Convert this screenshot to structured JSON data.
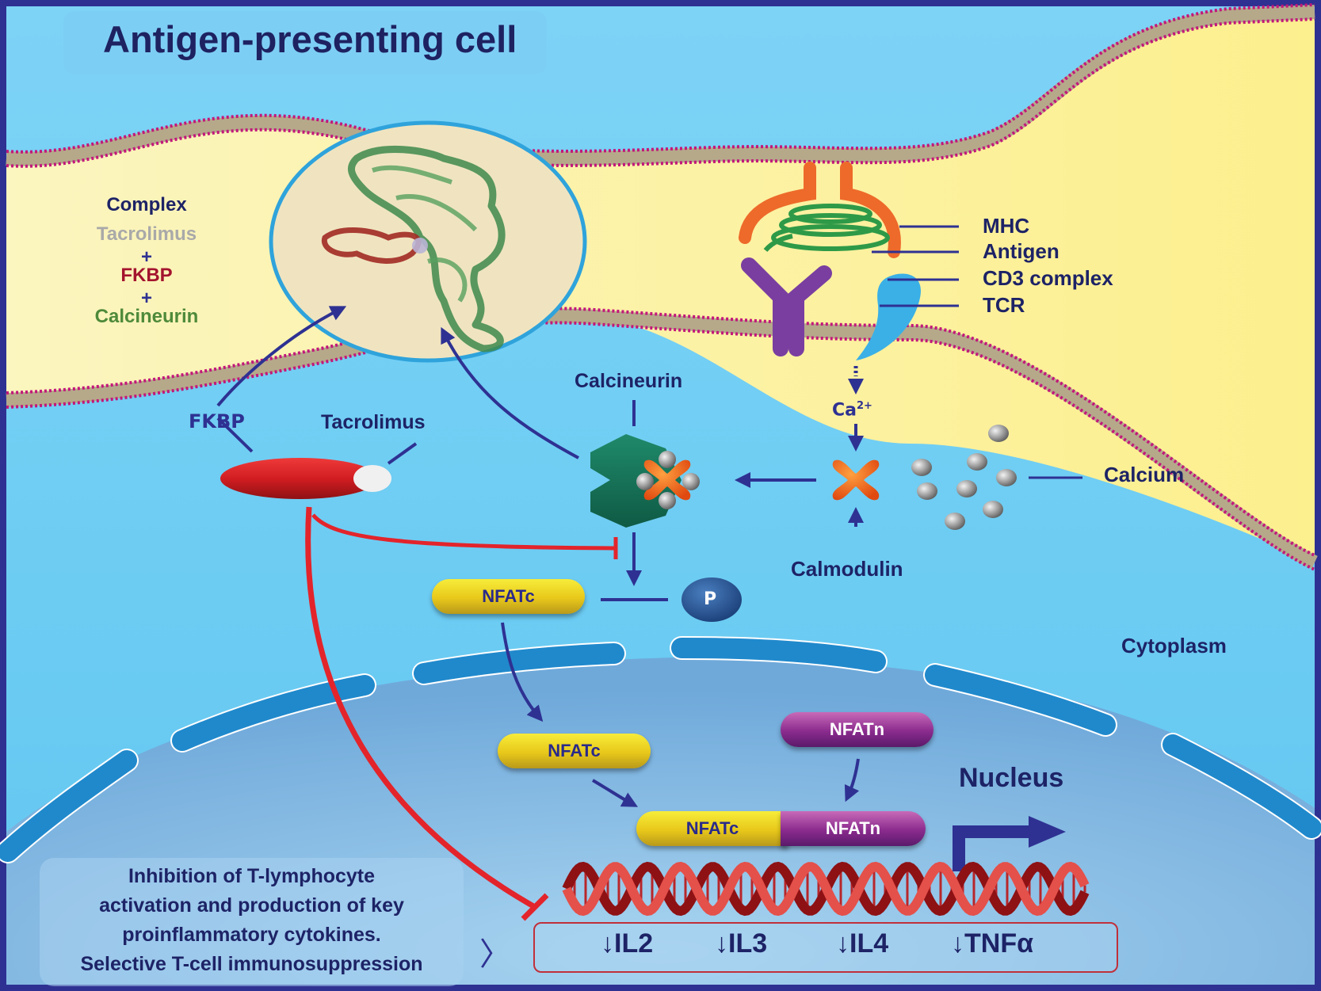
{
  "title": "Antigen-presenting cell",
  "complex_legend": {
    "heading": "Complex",
    "items": [
      {
        "label": "Tacrolimus",
        "color": "#a9a9a9"
      },
      {
        "label": "+",
        "color": "#2e3192"
      },
      {
        "label": "FKBP",
        "color": "#a3142e"
      },
      {
        "label": "+",
        "color": "#2e3192"
      },
      {
        "label": "Calcineurin",
        "color": "#4e8a3a"
      }
    ]
  },
  "receptor_labels": {
    "mhc": "MHC",
    "antigen": "Antigen",
    "cd3": "CD3 complex",
    "tcr": "TCR"
  },
  "molecules": {
    "fkbp": "FKBP",
    "tacrolimus": "Tacrolimus",
    "calcineurin": "Calcineurin",
    "calcium_ion": "Ca",
    "calcium_charge": "2+",
    "calcium": "Calcium",
    "calmodulin": "Calmodulin",
    "phosphate": "P",
    "nfatc": "NFATc",
    "nfatn": "NFATn"
  },
  "regions": {
    "cytoplasm": "Cytoplasm",
    "nucleus": "Nucleus"
  },
  "outcome": {
    "lines": [
      "Inhibition of T-lymphocyte",
      "activation and production of key",
      "proinflammatory cytokines.",
      "Selective T-cell immunosuppression"
    ],
    "chevron": "〉"
  },
  "cytokines": [
    {
      "arrow": "↓",
      "name": "IL2"
    },
    {
      "arrow": "↓",
      "name": "IL3"
    },
    {
      "arrow": "↓",
      "name": "IL4"
    },
    {
      "arrow": "↓",
      "name": "TNFα"
    }
  ],
  "colors": {
    "cytoplasm_bg": "#6ccff4",
    "apc_bg": "#fbf3a6",
    "nucleus_bg": "#7fb8e2",
    "arrow": "#2e3192",
    "inhibit": "#e3242b",
    "membrane_head": "#c2187a"
  }
}
